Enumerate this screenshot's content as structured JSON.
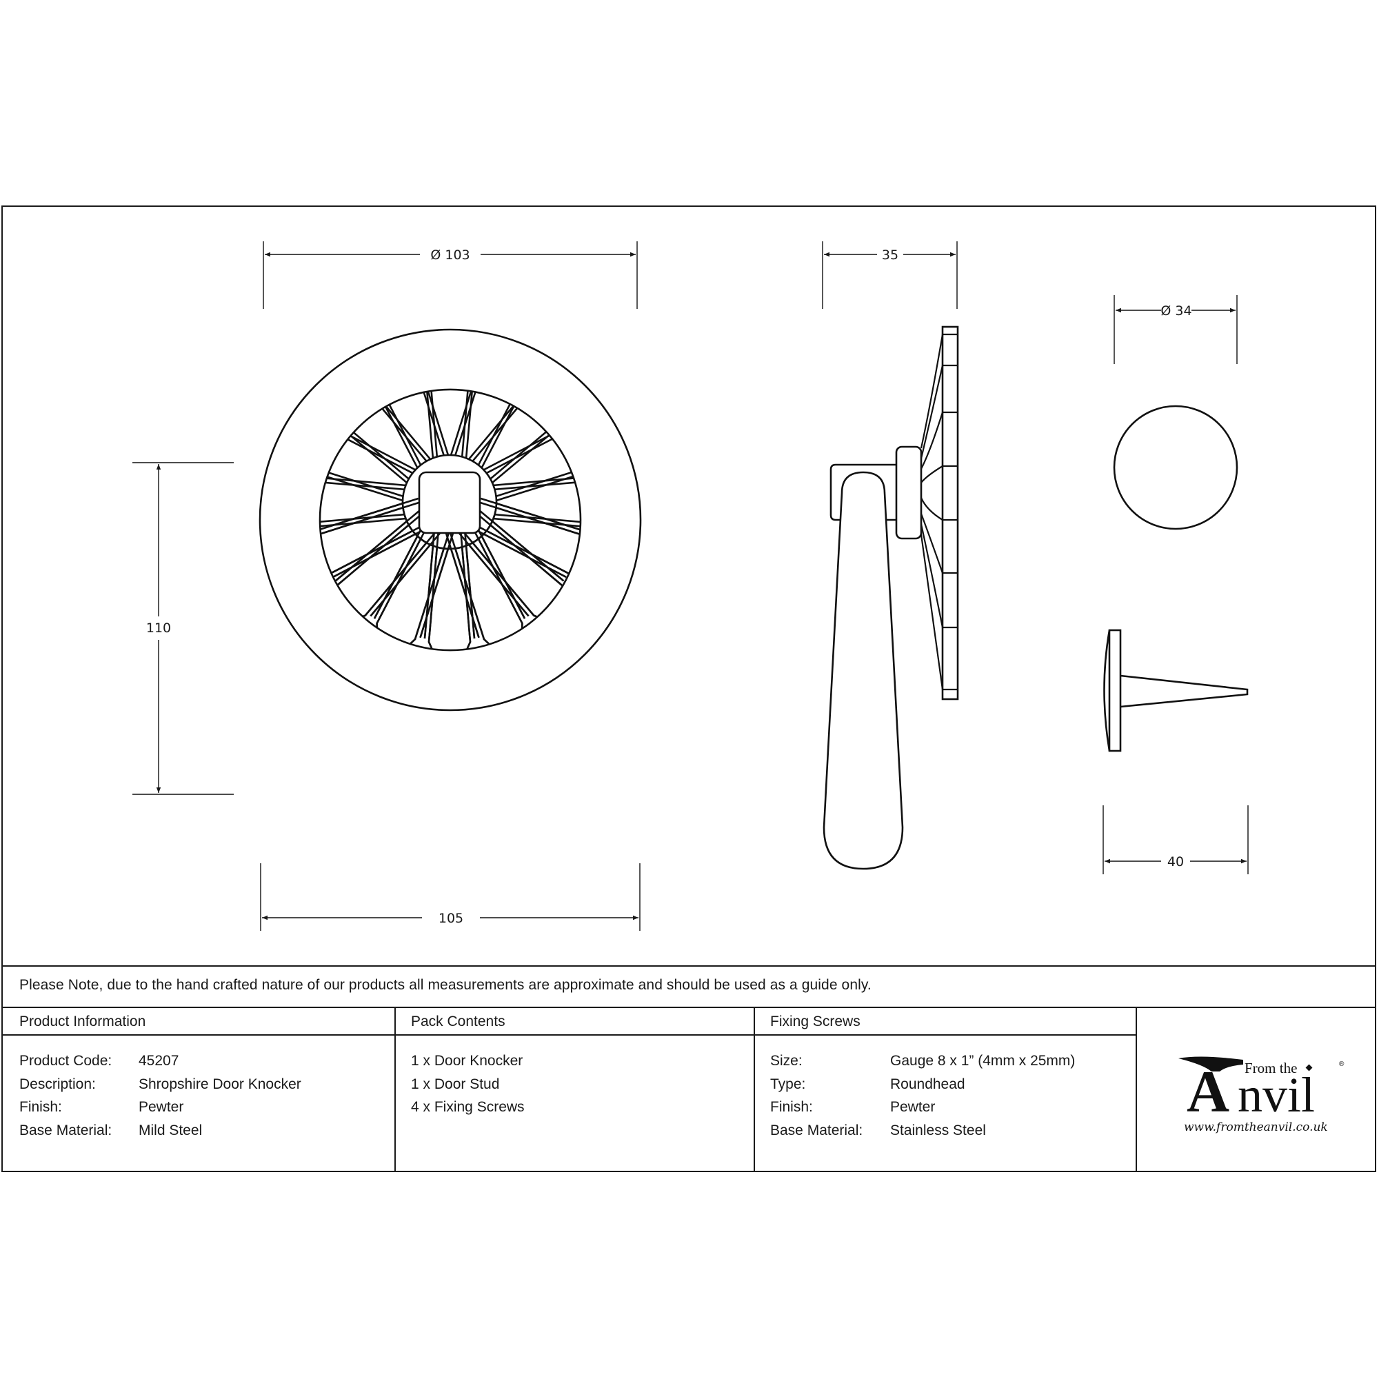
{
  "drawing": {
    "front_view": {
      "dim_top": "Ø 103",
      "dim_left": "110",
      "dim_bottom": "105"
    },
    "side_view": {
      "dim_top": "35"
    },
    "stud_view": {
      "dim_top": "Ø 34",
      "dim_bottom": "40"
    }
  },
  "note": "Please Note, due to the hand crafted nature of our products all measurements are approximate and should be used as a guide only.",
  "product_information": {
    "header": "Product Information",
    "rows": [
      {
        "label": "Product Code:",
        "value": "45207"
      },
      {
        "label": "Description:",
        "value": "Shropshire Door Knocker"
      },
      {
        "label": "Finish:",
        "value": "Pewter"
      },
      {
        "label": "Base Material:",
        "value": "Mild Steel"
      }
    ]
  },
  "pack_contents": {
    "header": "Pack Contents",
    "items": [
      "1 x Door Knocker",
      "1 x Door Stud",
      "4 x Fixing Screws"
    ]
  },
  "fixing_screws": {
    "header": "Fixing Screws",
    "rows": [
      {
        "label": "Size:",
        "value": "Gauge 8 x 1” (4mm x 25mm)"
      },
      {
        "label": "Type:",
        "value": "Roundhead"
      },
      {
        "label": "Finish:",
        "value": "Pewter"
      },
      {
        "label": "Base Material:",
        "value": "Stainless Steel"
      }
    ]
  },
  "logo": {
    "from_the": "From the",
    "brand_initial": "A",
    "brand_rest": "nvil",
    "registered": "®",
    "url": "www.fromtheanvil.co.uk"
  }
}
